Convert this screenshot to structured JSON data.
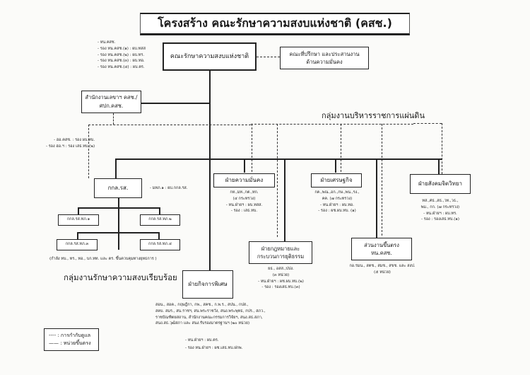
{
  "title": "โครงสร้าง คณะรักษาความสงบแห่งชาติ (คสช.)",
  "top_notes": [
    "- หน.คสช.",
    "- รอง หน.คสช.(๑) : ผบ.ทสส",
    "- รอง หน.คสช.(๒) : ผบ.ทร.",
    "- รอง หน.คสช.(๓) : ผบ.ทอ.",
    "- รอง หน.คสช.(๔) : ผบ.ตร."
  ],
  "council": "คณะรักษาความสงบแห่งชาติ",
  "advisory": {
    "line1": "คณะที่ปรึกษา และประสานงาน",
    "line2": "ด้านความมั่นคง"
  },
  "secretariat": {
    "line1": "สำนักงานเลขาฯ คสช./",
    "line2": "ศปก.คสช."
  },
  "admin_group_label": "กลุ่มงานบริหารราชการแผ่นดิน",
  "secretariat_notes": [
    "- ฮอ.คสช. : รอง ผบ.ทบ.",
    "- รอง ฮอ.ฯ : รอง เสธ.ทบ.(๒)"
  ],
  "kokol": {
    "label": "กกล.รส.",
    "note": "- มทภ.๑ : ผบ.กกล.รส.",
    "subunits": [
      "กกล.รส.ทภ.๑",
      "กกล.รส.ทภ.๒",
      "กกล.รส.ทภ.๓",
      "กกล.รส.ทภ.๔"
    ],
    "footnote": "(กำลัง ทบ., ทร., ทอ., บก.ทท. และ ตร. ขึ้นควบคุมทางยุทธการ )",
    "group_label": "กลุ่มงานรักษาความสงบเรียบร้อย"
  },
  "security": {
    "label": "ฝ่ายความมั่นคง",
    "notes": [
      "กห.,มท.,กต.,ทก.",
      "(๔ กระทรวง)",
      "- หน.ฝ่ายฯ : ผบ.ทสส.",
      "- รอง : เสธ.ทบ."
    ]
  },
  "economic": {
    "label": "ฝ่ายเศรษฐกิจ",
    "notes": [
      "กค.,พณ.,อก.,กษ.,พน.,รง.,",
      "คค. (๗ กระทรวง)",
      "- หน.ฝ่ายฯ : ผบ.ทอ.",
      "- รอง : ผช.ผบ.ทบ. (๑)"
    ]
  },
  "social": {
    "label": "ฝ่ายสังคมจิตวิทยา",
    "notes": [
      "ทส.,ศธ.,สธ.,วท.,วธ.,",
      "พม., กก. (๗ กระทรวง)",
      "- หน.ฝ่ายฯ : ผบ.ทร.",
      "- รอง : รองเสธ.ทบ.(๑)"
    ]
  },
  "legal": {
    "line1": "ฝ่ายกฎหมายและ",
    "line2": "กระบวนการยุติธรรม",
    "notes": [
      "ยธ., อสส.,ปปง.",
      "(๓ หน่วย)",
      "- หน.ฝ่ายฯ : ผช.ผบ.ทบ.(๒)",
      "- รอง : รองเสธ.ทบ.(๓)"
    ]
  },
  "direct": {
    "line1": "ส่วนงานขึ้นตรง",
    "line2": "หน.คสช.",
    "notes": [
      "กอ.รมน., สตช., สมช., สขช. และ สงป.",
      "(๕ หน่วย)"
    ]
  },
  "special": {
    "label": "ฝ่ายกิจการพิเศษ",
    "notes": [
      "สอน., สอค., กฤษฎีกา, กพ., สคช., ก.พ.ร., สปน., กปส.,",
      "สคบ. สมร., สน.ราชฯ, สน.พระราชวัง, สนง.พระพุทธ, กปร., สภว.,",
      "ราชบัณฑิตยสถาน, สำนักงานคณะกรรมการวิจัยฯ, สนง.สธ.สภา,",
      "สนง.สธ.วุฒิสภา และ สนง.รับรองมาตรฐานฯ (๒๐ หน่วย)"
    ],
    "leads": [
      "- หน.ฝ่ายฯ : ผบ.ตร.",
      "- รอง หน.ฝ่ายฯ : ผช.เสธ.ทบ.ฝกพ."
    ]
  },
  "legend": {
    "dashed": "---- : การกำกับดูแล",
    "solid": "—— : หน่วยขึ้นตรง"
  }
}
